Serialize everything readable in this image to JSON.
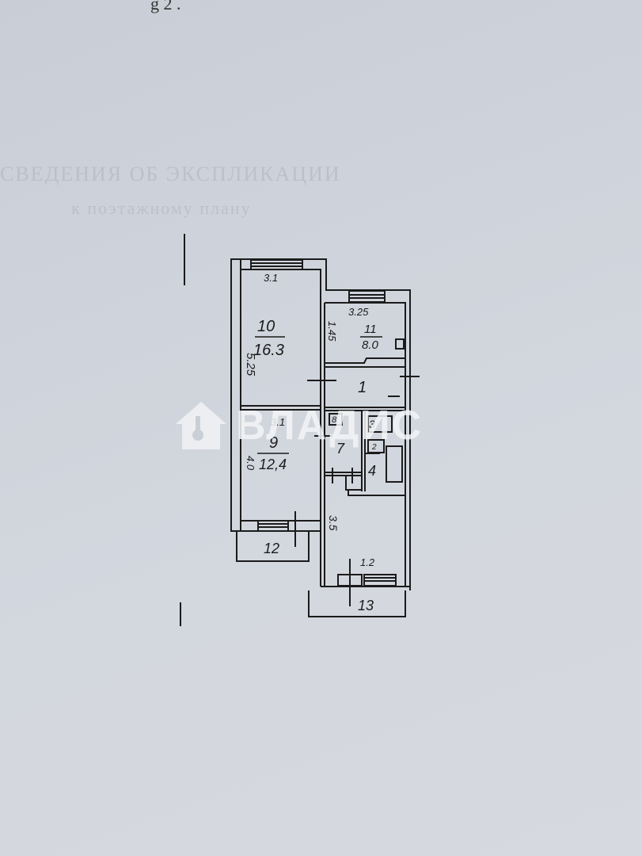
{
  "document": {
    "type": "apartment floor plan (BTI)",
    "top_scrawl": "g 2 .",
    "faint_text_lines": [
      "СВЕДЕНИЯ ОБ ЭКСПЛИКАЦИИ",
      "к поэтажному плану"
    ]
  },
  "watermark": {
    "text": "ВЛАДИС",
    "icon": "house-key-icon",
    "color": "#f4f5f7"
  },
  "rooms": [
    {
      "id": "room-10",
      "number": "10",
      "area": "16.3",
      "width_dim": "3.1",
      "length_dim": "5.25"
    },
    {
      "id": "room-11",
      "number": "11",
      "area": "8.0",
      "width_dim": "3.25",
      "length_dim": "1.45"
    },
    {
      "id": "room-1",
      "number": "1"
    },
    {
      "id": "room-9",
      "number": "9",
      "area": "12,4",
      "width_dim": "3.1",
      "length_dim": "4.0"
    },
    {
      "id": "room-7",
      "number": "7"
    },
    {
      "id": "room-8",
      "number": "8"
    },
    {
      "id": "room-3",
      "number": "3"
    },
    {
      "id": "room-2",
      "number": "2"
    },
    {
      "id": "room-4",
      "number": "4"
    },
    {
      "id": "room-kitchen",
      "length_dim": "3.5",
      "width_dim": "1.2"
    },
    {
      "id": "balcony-12",
      "number": "12"
    },
    {
      "id": "balcony-13",
      "number": "13"
    }
  ],
  "colors": {
    "ink": "#1b1b1b",
    "paper": "#cfd4dc"
  }
}
